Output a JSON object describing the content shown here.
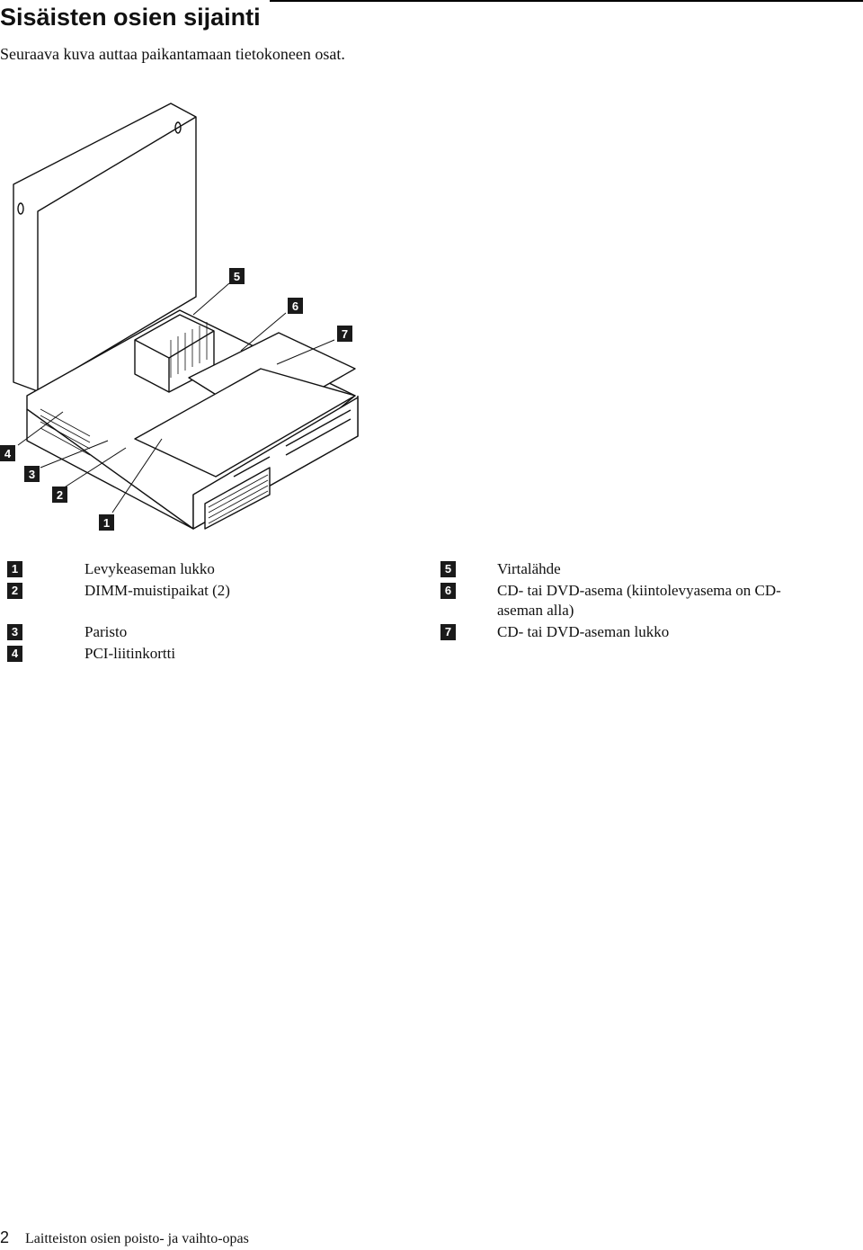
{
  "page": {
    "title": "Sisäisten osien sijainti",
    "intro": "Seuraava kuva auttaa paikantamaan tietokoneen osat."
  },
  "figure": {
    "callouts": [
      "1",
      "2",
      "3",
      "4",
      "5",
      "6",
      "7"
    ]
  },
  "legend": [
    {
      "num": "1",
      "text": "Levykeaseman lukko"
    },
    {
      "num": "2",
      "text": "DIMM-muistipaikat (2)"
    },
    {
      "num": "3",
      "text": "Paristo"
    },
    {
      "num": "4",
      "text": "PCI-liitinkortti"
    },
    {
      "num": "5",
      "text": "Virtalähde"
    },
    {
      "num": "6",
      "text": "CD- tai DVD-asema (kiintolevyasema on CD-aseman alla)"
    },
    {
      "num": "7",
      "text": "CD- tai DVD-aseman lukko"
    }
  ],
  "footer": {
    "page_number": "2",
    "book_title": "Laitteiston osien poisto- ja vaihto-opas"
  }
}
